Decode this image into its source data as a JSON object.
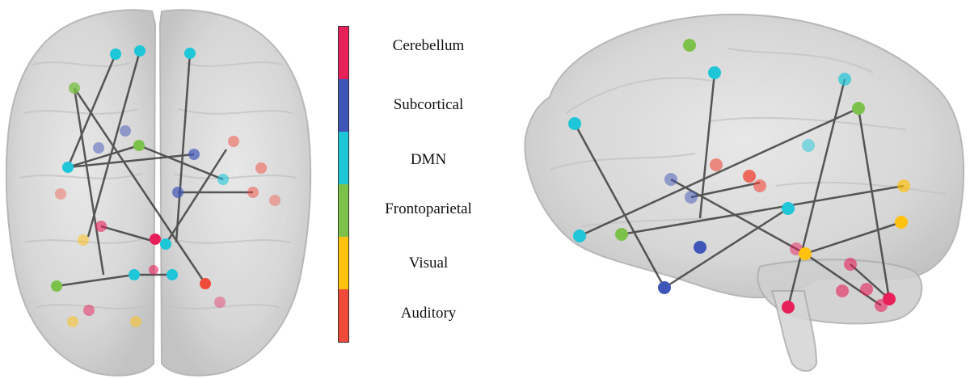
{
  "legend": {
    "items": [
      {
        "label": "Cerebellum",
        "color": "#e8205a"
      },
      {
        "label": "Subcortical",
        "color": "#3f56b8"
      },
      {
        "label": "DMN",
        "color": "#1ec6d8"
      },
      {
        "label": "Frontoparietal",
        "color": "#7cc24a"
      },
      {
        "label": "Visual",
        "color": "#ffc20e"
      },
      {
        "label": "Auditory",
        "color": "#f04a3a"
      }
    ]
  },
  "views": {
    "left": "axial-top",
    "right": "sagittal"
  }
}
